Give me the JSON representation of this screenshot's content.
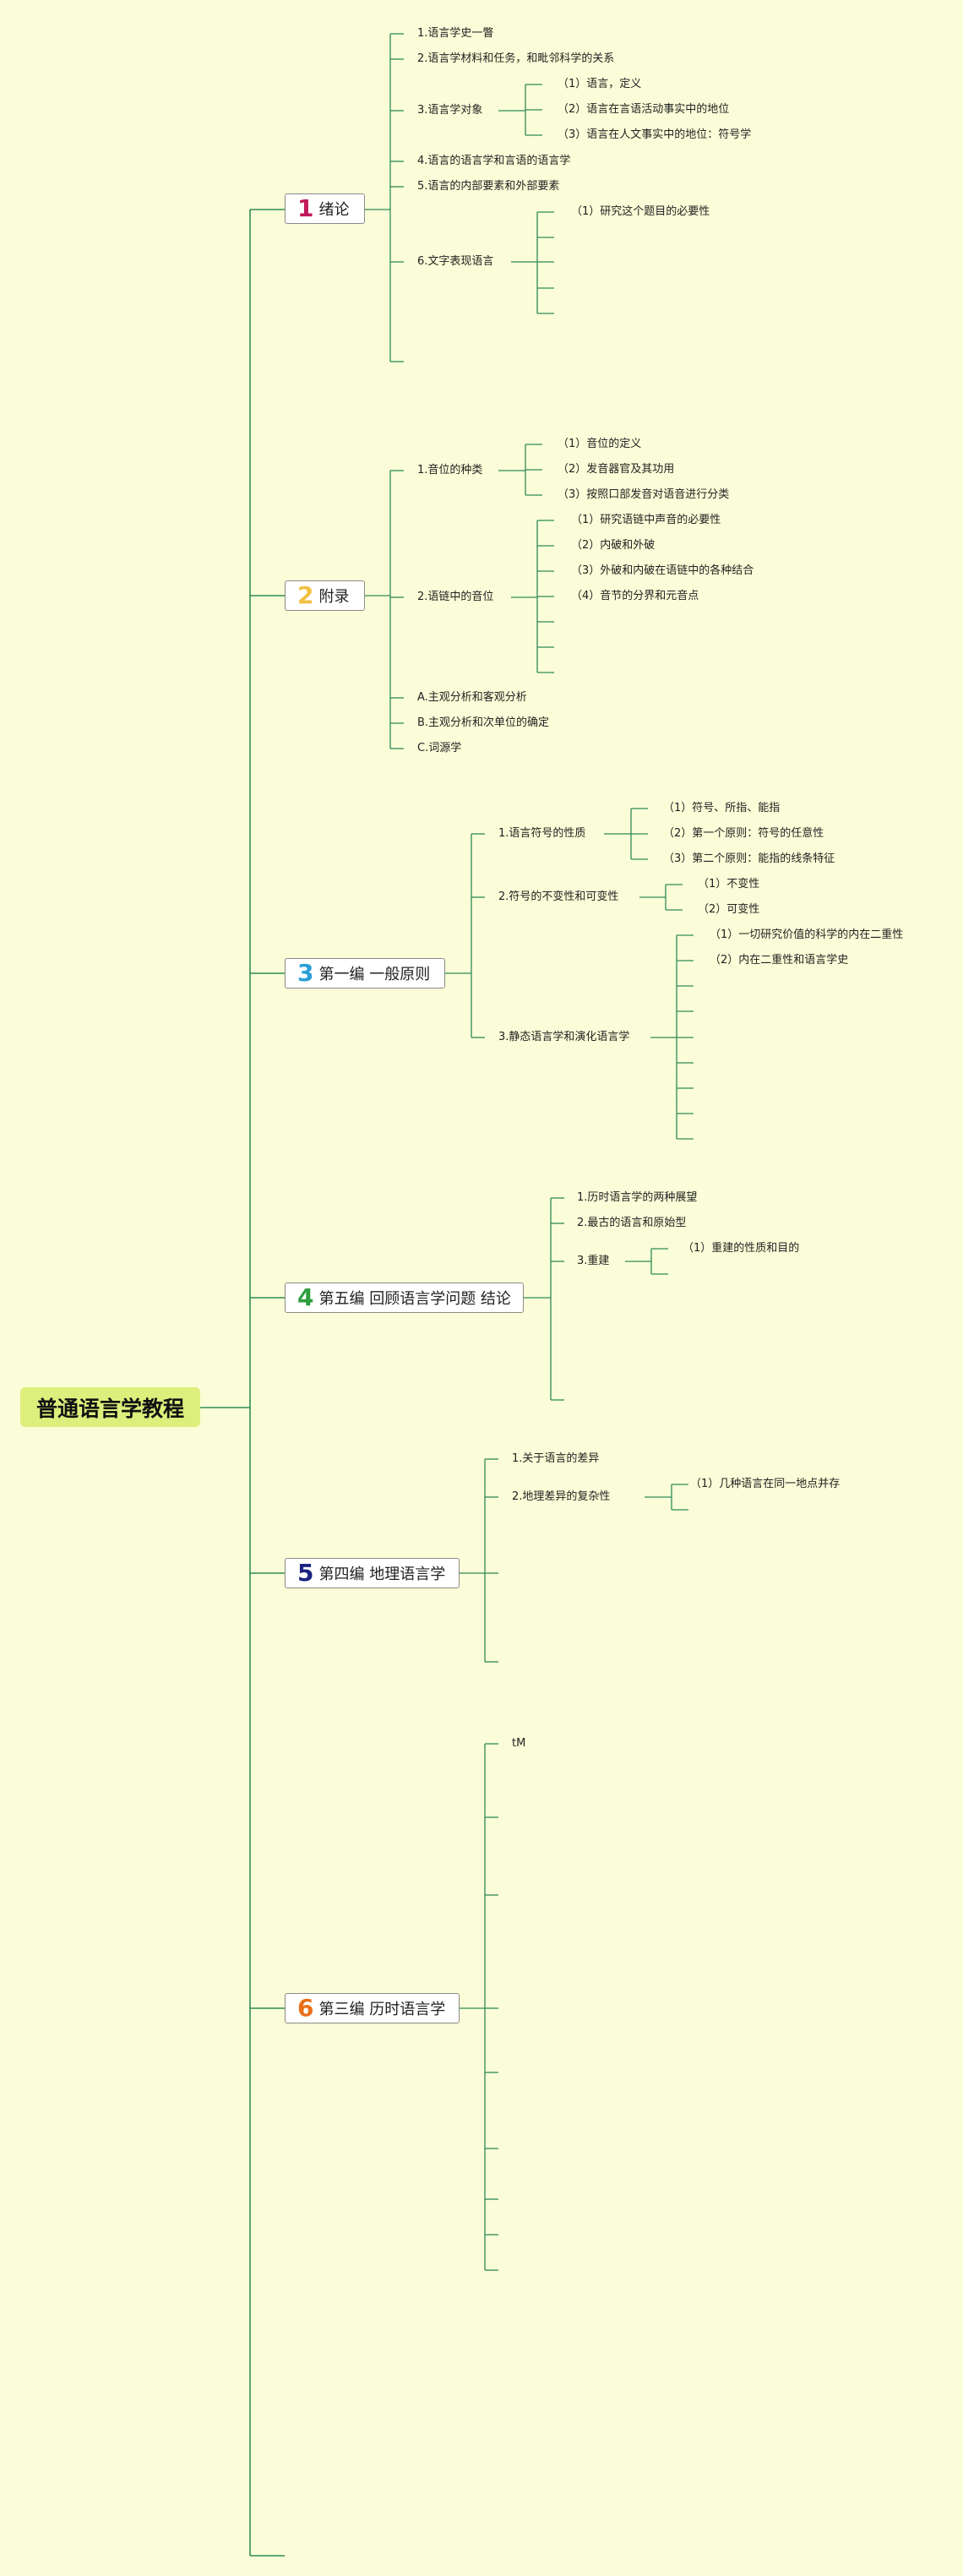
{
  "root": {
    "title": "普通语言学教程",
    "color": "#dcef7c"
  },
  "line_color": "#2e8b57",
  "chapters": [
    {
      "number": "1",
      "number_color": "#c2185b",
      "title": "绪论",
      "items": {
        "i1": "1.语言学史一瞥",
        "i2": "2.语言学材料和任务，和毗邻科学的关系",
        "i3": "3.语言学对象",
        "i3_sub": [
          "（1）语言，定义",
          "（2）语言在言语活动事实中的地位",
          "（3）语言在人文事实中的地位：符号学"
        ],
        "i4": "4.语言的语言学和言语的语言学",
        "i5": "5.语言的内部要素和外部要素",
        "i6": "6.文字表现语言",
        "i6_sub": [
          "（1）研究这个题目的必要性"
        ]
      }
    },
    {
      "number": "2",
      "number_color": "#f0c040",
      "title": "附录",
      "items": {
        "i1": "1.音位的种类",
        "i1_sub": [
          "（1）音位的定义",
          "（2）发音器官及其功用",
          "（3）按照口部发音对语音进行分类"
        ],
        "i2": "2.语链中的音位",
        "i2_sub": [
          "（1）研究语链中声音的必要性",
          "（2）内破和外破",
          "（3）外破和内破在语链中的各种结合",
          "（4）音节的分界和元音点"
        ],
        "iA": "A.主观分析和客观分析",
        "iB": "B.主观分析和次单位的确定",
        "iC": "C.词源学"
      }
    },
    {
      "number": "3",
      "number_color": "#2a9fd6",
      "title": "第一编 一般原则",
      "items": {
        "i1": "1.语言符号的性质",
        "i1_sub": [
          "（1）符号、所指、能指",
          "（2）第一个原则：符号的任意性",
          "（3）第二个原则：能指的线条特征"
        ],
        "i2": "2.符号的不变性和可变性",
        "i2_sub": [
          "（1）不变性",
          "（2）可变性"
        ],
        "i3": "3.静态语言学和演化语言学",
        "i3_sub": [
          "（1）一切研究价值的科学的内在二重性",
          "（2）内在二重性和语言学史"
        ]
      }
    },
    {
      "number": "4",
      "number_color": "#2e9e3e",
      "title": "第五编 回顾语言学问题 结论",
      "items": {
        "i1": "1.历时语言学的两种展望",
        "i2": "2.最古的语言和原始型",
        "i3": "3.重建",
        "i3_sub": [
          "（1）重建的性质和目的"
        ]
      }
    },
    {
      "number": "5",
      "number_color": "#1a237e",
      "title": "第四编 地理语言学",
      "items": {
        "i1": "1.关于语言的差异",
        "i2": "2.地理差异的复杂性",
        "i2_sub": [
          "（1）几种语言在同一地点并存"
        ]
      }
    },
    {
      "number": "6",
      "number_color": "#e8701a",
      "title": "第三编 历时语言学",
      "items": {
        "i1": "tM"
      }
    }
  ]
}
